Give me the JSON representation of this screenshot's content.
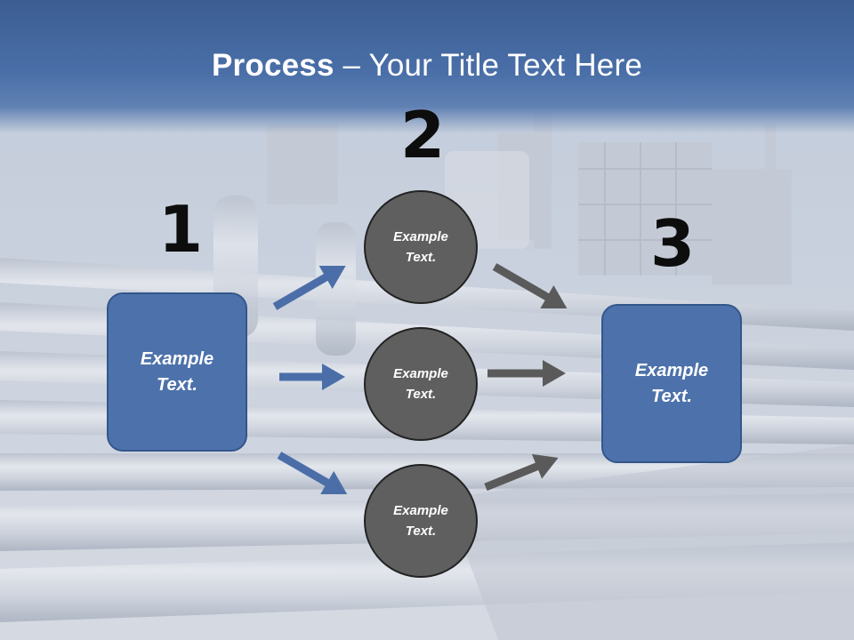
{
  "slide": {
    "title_bold": "Process",
    "title_rest": " – Your Title Text Here"
  },
  "steps": {
    "one": "1",
    "two": "2",
    "three": "3"
  },
  "left_box": {
    "text": "Example Text."
  },
  "circles": [
    {
      "text": "Example Text."
    },
    {
      "text": "Example Text."
    },
    {
      "text": "Example Text."
    }
  ],
  "right_box": {
    "text": "Example Text."
  },
  "colors": {
    "title_band": "#4a6fa8",
    "box_fill": "#4d72ab",
    "circle_fill": "#5f5f5f",
    "arrow_blue": "#4b6ea8",
    "arrow_gray": "#5a5a5a"
  }
}
